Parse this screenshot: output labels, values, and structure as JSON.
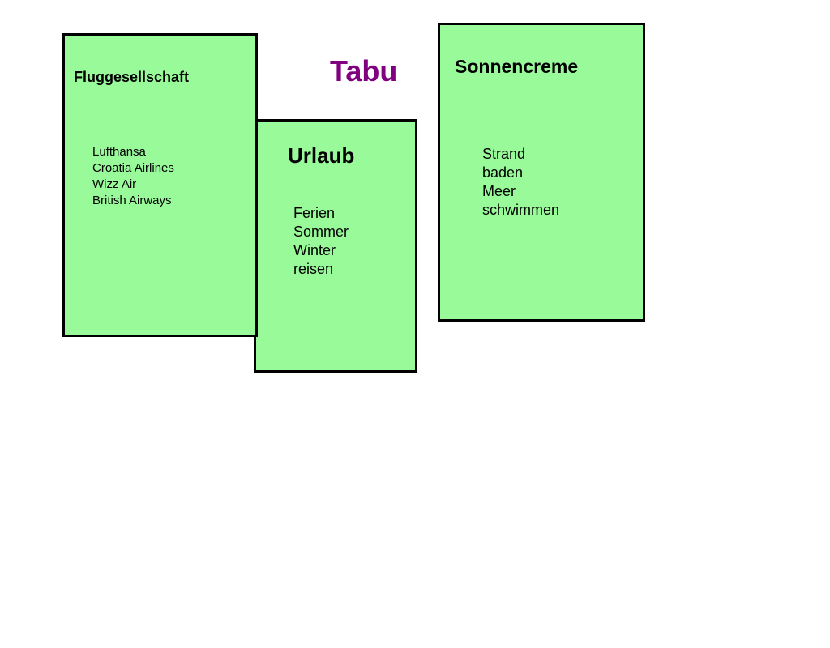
{
  "title": "Tabu",
  "colors": {
    "title": "#800080",
    "card_fill": "#99fa99",
    "card_border": "#000000",
    "background": "#ffffff"
  },
  "cards": [
    {
      "term": "Fluggesellschaft",
      "taboo_words": [
        "Lufthansa",
        "Croatia Airlines",
        "Wizz Air",
        "British Airways"
      ]
    },
    {
      "term": "Urlaub",
      "taboo_words": [
        "Ferien",
        "Sommer",
        "Winter",
        "reisen"
      ]
    },
    {
      "term": "Sonnencreme",
      "taboo_words": [
        "Strand",
        "baden",
        "Meer",
        "schwimmen"
      ]
    }
  ]
}
